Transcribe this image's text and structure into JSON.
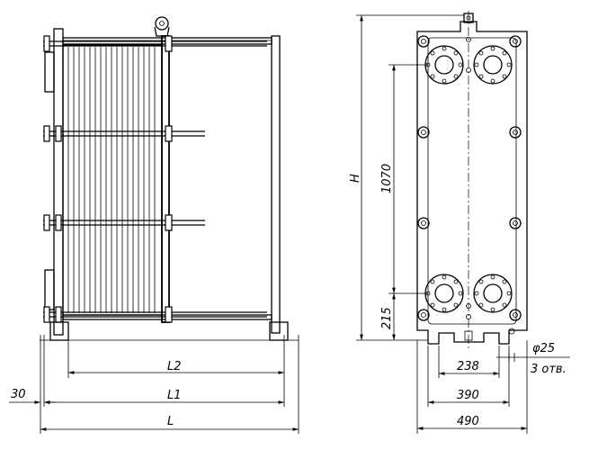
{
  "labels": {
    "L2": "L2",
    "L1": "L1",
    "L": "L",
    "offset": "30",
    "H": "H",
    "height_1070": "1070",
    "height_215": "215",
    "width_238": "238",
    "width_390": "390",
    "width_490": "490",
    "hole_dia": "φ25",
    "hole_count": "3 отв."
  }
}
